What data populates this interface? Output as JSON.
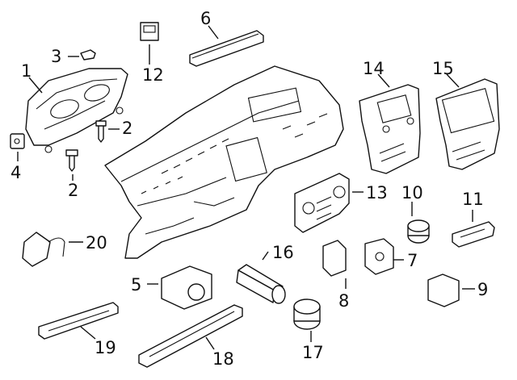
{
  "diagram": {
    "callouts": [
      {
        "id": "c1",
        "label": "1"
      },
      {
        "id": "c2a",
        "label": "2"
      },
      {
        "id": "c2b",
        "label": "2"
      },
      {
        "id": "c3",
        "label": "3"
      },
      {
        "id": "c4",
        "label": "4"
      },
      {
        "id": "c5",
        "label": "5"
      },
      {
        "id": "c6",
        "label": "6"
      },
      {
        "id": "c7",
        "label": "7"
      },
      {
        "id": "c8",
        "label": "8"
      },
      {
        "id": "c9",
        "label": "9"
      },
      {
        "id": "c10",
        "label": "10"
      },
      {
        "id": "c11",
        "label": "11"
      },
      {
        "id": "c12",
        "label": "12"
      },
      {
        "id": "c13",
        "label": "13"
      },
      {
        "id": "c14",
        "label": "14"
      },
      {
        "id": "c15",
        "label": "15"
      },
      {
        "id": "c16",
        "label": "16"
      },
      {
        "id": "c17",
        "label": "17"
      },
      {
        "id": "c18",
        "label": "18"
      },
      {
        "id": "c19",
        "label": "19"
      },
      {
        "id": "c20",
        "label": "20"
      }
    ]
  }
}
